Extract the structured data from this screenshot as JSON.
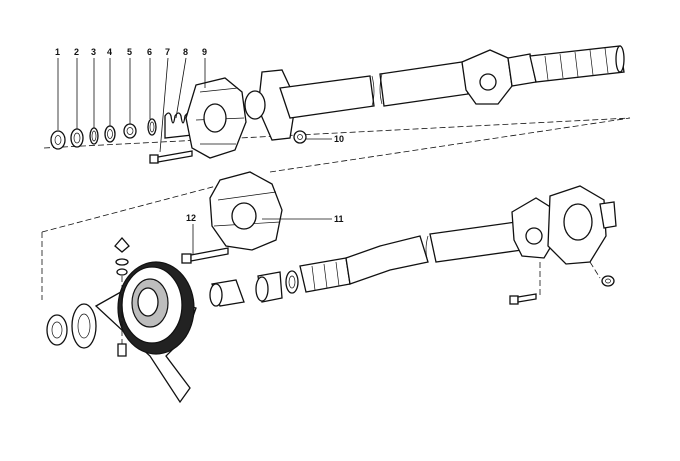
{
  "callouts": [
    {
      "id": "1",
      "label": "1"
    },
    {
      "id": "2",
      "label": "2"
    },
    {
      "id": "3",
      "label": "3"
    },
    {
      "id": "4",
      "label": "4"
    },
    {
      "id": "5",
      "label": "5"
    },
    {
      "id": "6",
      "label": "6"
    },
    {
      "id": "7",
      "label": "7"
    },
    {
      "id": "8",
      "label": "8"
    },
    {
      "id": "9",
      "label": "9"
    },
    {
      "id": "10",
      "label": "10"
    },
    {
      "id": "11",
      "label": "11"
    },
    {
      "id": "12",
      "label": "12"
    }
  ],
  "colors": {
    "ink": "#111111",
    "paper": "#ffffff",
    "shade": "#222222"
  }
}
